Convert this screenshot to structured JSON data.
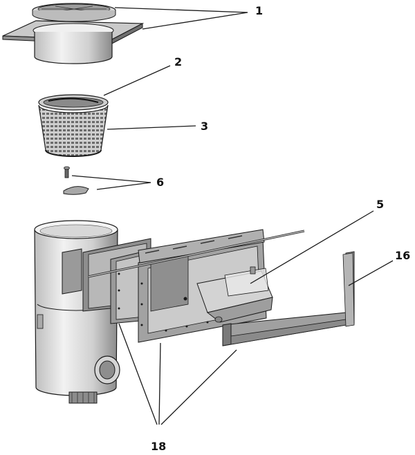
{
  "callouts": {
    "c1": "1",
    "c2": "2",
    "c3": "3",
    "c6": "6",
    "c5": "5",
    "c16": "16",
    "c18": "18"
  },
  "colors": {
    "line": "#1a1a1a",
    "part_light": "#e6e6e6",
    "part_mid": "#bdbdbd",
    "part_dark": "#7a7a7a",
    "flap_glass": "#d9d9d9"
  }
}
